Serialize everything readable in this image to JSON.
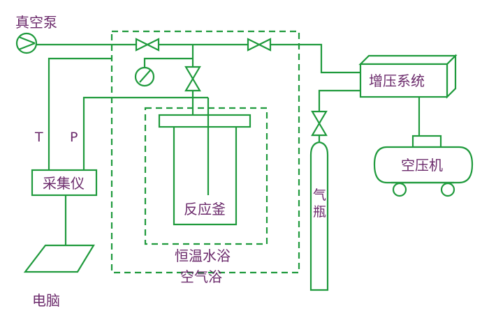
{
  "labels": {
    "vacuum_pump": "真空泵",
    "data_acquisition": "采集仪",
    "computer": "电脑",
    "reactor": "反应釜",
    "water_bath": "恒温水浴",
    "air_bath": "空气浴",
    "booster_system": "增压系统",
    "air_compressor": "空压机",
    "gas_cylinder_char1": "气",
    "gas_cylinder_char2": "瓶",
    "temperature_signal": "T",
    "pressure_signal": "P"
  },
  "colors": {
    "line": "#1f9a3c",
    "text": "#6b2a6b"
  }
}
